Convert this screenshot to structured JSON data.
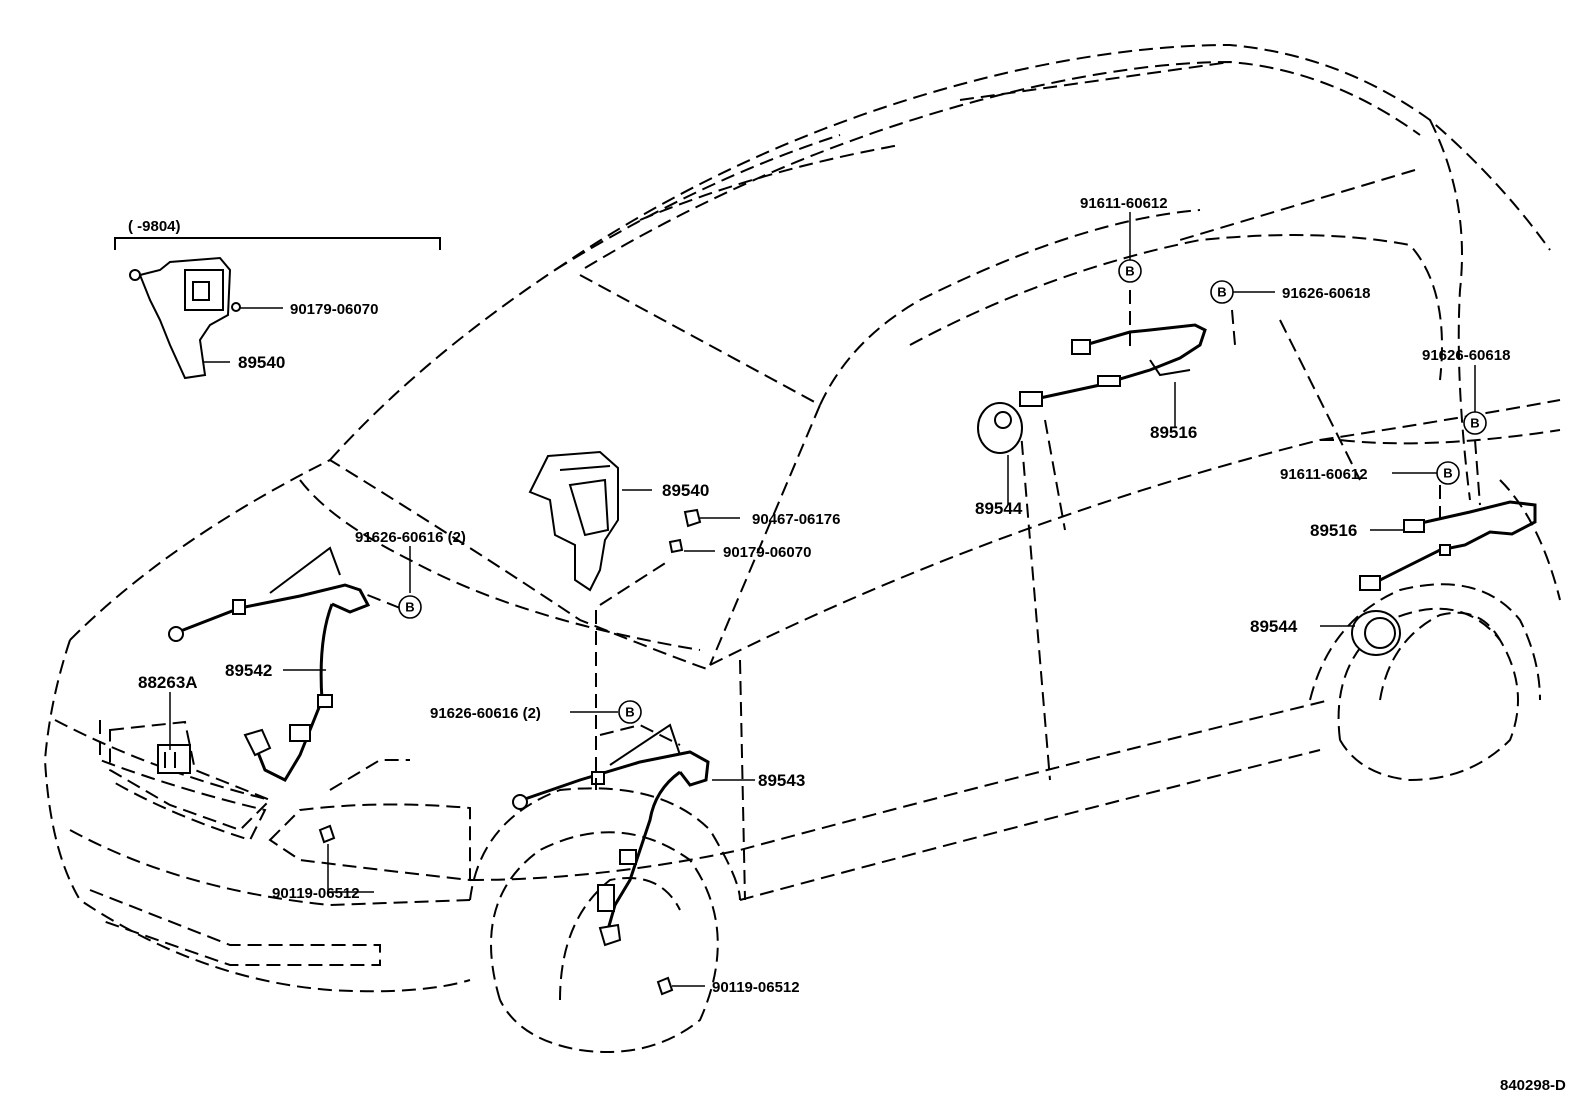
{
  "diagram": {
    "id": "840298-D",
    "variant_note": "(      -9804)",
    "bubble_letter": "B",
    "labels": {
      "l_90179_top": "90179-06070",
      "l_89540_top": "89540",
      "l_89540_mid": "89540",
      "l_90467": "90467-06176",
      "l_90179_mid": "90179-06070",
      "l_91626_616_a": "91626-60616 (2)",
      "l_89542": "89542",
      "l_88263A": "88263A",
      "l_91626_616_b": "91626-60616 (2)",
      "l_89543": "89543",
      "l_90119_a": "90119-06512",
      "l_90119_b": "90119-06512",
      "l_91611_a": "91611-60612",
      "l_91626_618_a": "91626-60618",
      "l_89516_a": "89516",
      "l_89544_a": "89544",
      "l_91626_618_b": "91626-60618",
      "l_91611_b": "91611-60612",
      "l_89516_b": "89516",
      "l_89544_b": "89544"
    }
  }
}
